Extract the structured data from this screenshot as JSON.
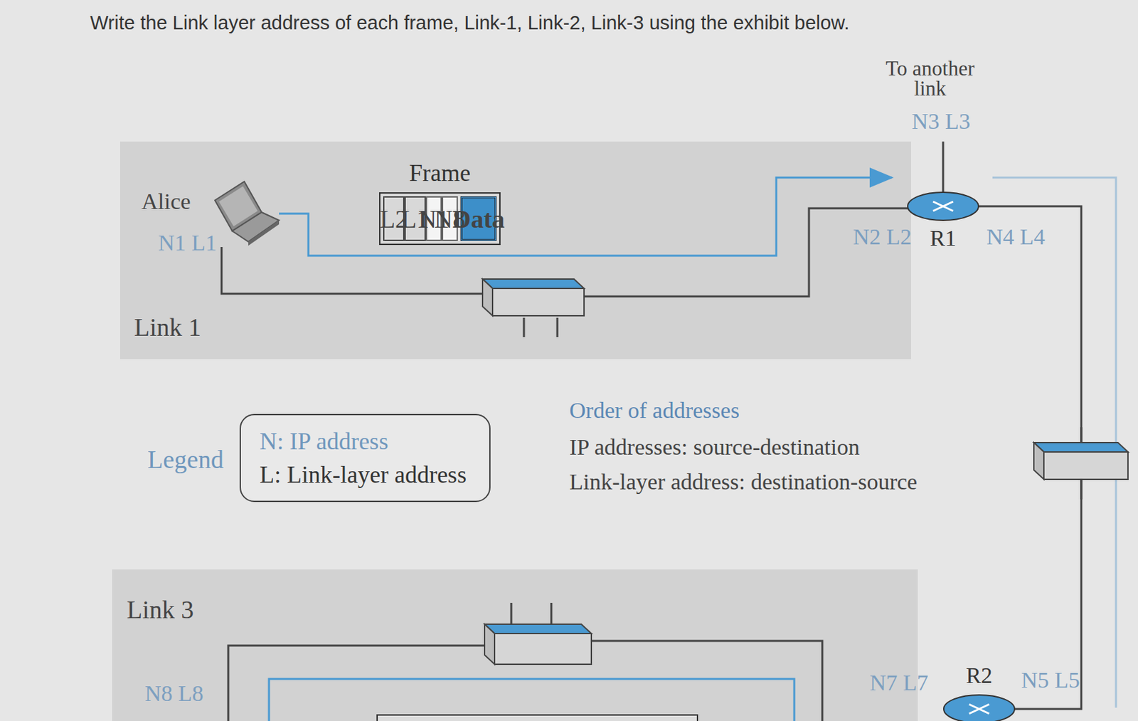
{
  "diagram": {
    "title": "Write the Link layer address of each frame, Link-1, Link-2, Link-3 using the exhibit below.",
    "nodes": [
      {
        "text": [
          "Link 1"
        ]
      },
      {
        "text": [
          "Frame"
        ],
        "in": 0
      },
      {
        "text": [
          "L2"
        ],
        "in": 1
      },
      {
        "text": [
          "L1"
        ],
        "in": 1
      },
      {
        "text": [
          "N1"
        ],
        "in": 1
      },
      {
        "text": [
          "N8"
        ],
        "in": 1
      },
      {
        "text": [
          "Data"
        ],
        "in": 1
      },
      {
        "text": [
          "R1"
        ]
      },
      {
        "text": [
          "Legend",
          "N: IP address",
          "L: Link-layer address"
        ]
      },
      {
        "text": [
          "Link 3"
        ]
      },
      {
        "text": [
          "R2"
        ]
      }
    ],
    "edges": [
      {
        "from": 7,
        "to": 10,
        "arrow": "none"
      }
    ],
    "labels": [
      "To another link",
      "N3 L3",
      "Alice",
      "N1 L1",
      "N2 L2",
      "N4 L4",
      "Order of addresses",
      "IP addresses: source-destination",
      "Link-layer address: destination-source",
      "N8 L8",
      "N7 L7",
      "N5 L5"
    ]
  }
}
